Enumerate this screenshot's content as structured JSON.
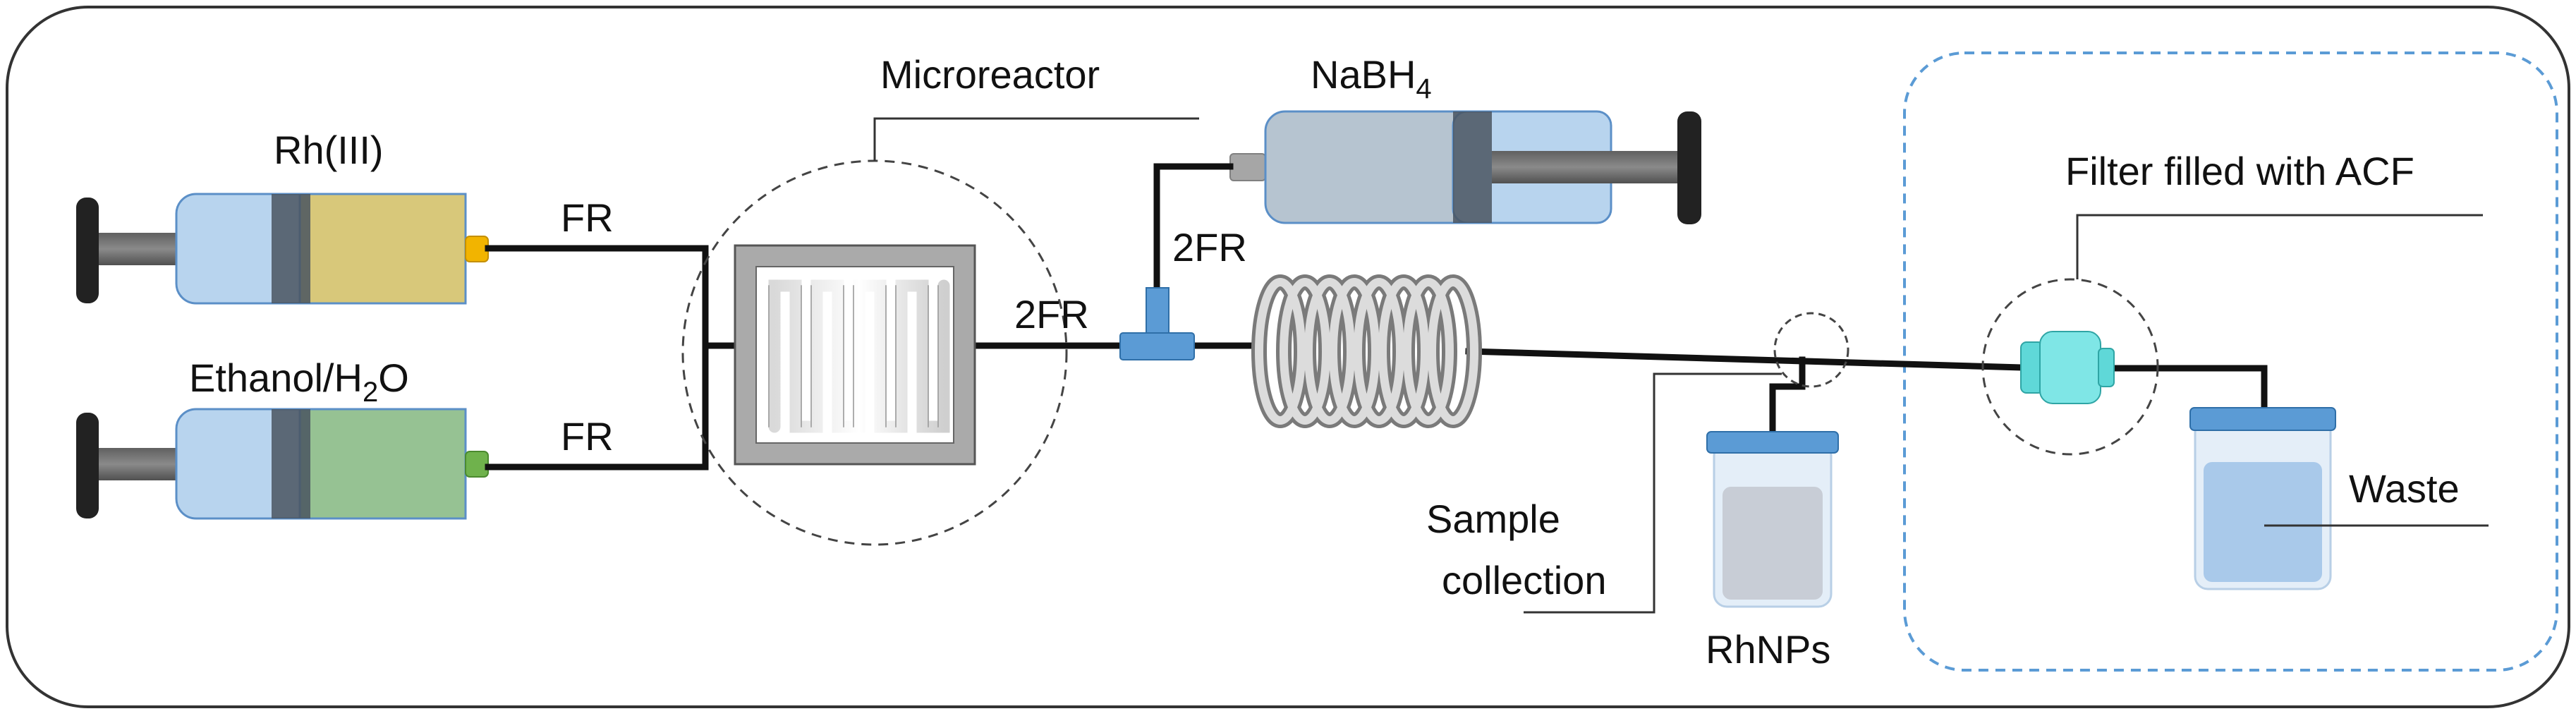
{
  "labels": {
    "microreactor": "Microreactor",
    "nabh4": "NaBH",
    "nabh4_sub": "4",
    "rh": "Rh(III)",
    "ethanol": "Ethanol/H",
    "ethanol_sub": "2",
    "ethanol_tail": "O",
    "fr_top": "FR",
    "fr_bottom": "FR",
    "twofr_vertical": "2FR",
    "twofr_horizontal": "2FR",
    "filter": "Filter filled with ACF",
    "sample_line1": "Sample",
    "sample_line2": "collection",
    "rhnps": "RhNPs",
    "waste": "Waste"
  },
  "colors": {
    "frame": "#333333",
    "tubing": "#111111",
    "syringe_barrel": "#b8d4ee",
    "rh_solution": "#d8c87a",
    "ethanol_solution": "#96c293",
    "nabh4_solution": "#b6c4d0",
    "rh_tip": "#f2b400",
    "ethanol_tip": "#6fb24c",
    "nabh4_tip": "#a6a6a6",
    "reactor_frame": "#aaaaaa",
    "coil": "#c8c8c8",
    "tee_connector": "#5b9bd5",
    "filter": "#7fe6e6",
    "vial_cap": "#5b9bd5",
    "sample_liquid": "#c8cdd6",
    "waste_liquid": "#a9c9ea",
    "dashed_box": "#5b9bd5"
  },
  "icons": [
    "syringe-pump-icon",
    "microreactor-chip-icon",
    "tee-connector-icon",
    "coil-reactor-icon",
    "filter-cartridge-icon",
    "vial-icon"
  ]
}
